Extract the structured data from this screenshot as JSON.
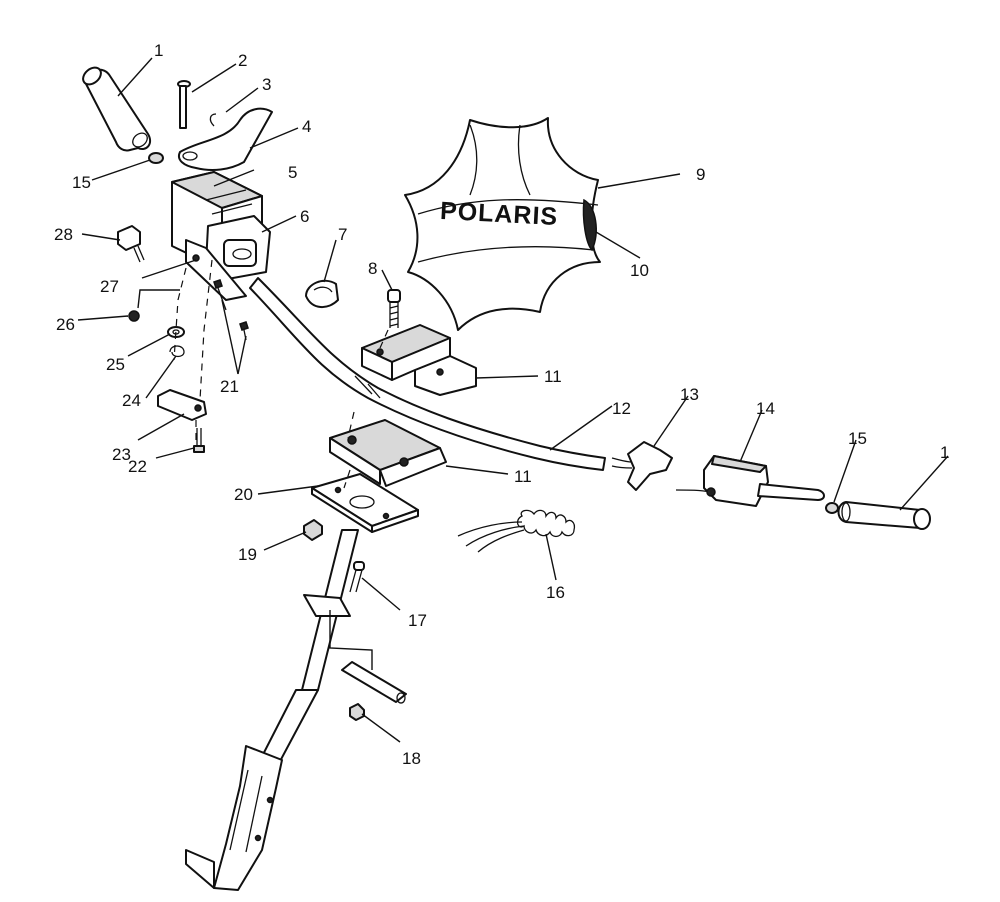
{
  "pad": {
    "brand_text": "POLARIS"
  },
  "callouts": [
    {
      "id": "grip-left",
      "label": "1"
    },
    {
      "id": "pin",
      "label": "2"
    },
    {
      "id": "clip",
      "label": "3"
    },
    {
      "id": "throttle-lever",
      "label": "4"
    },
    {
      "id": "throttle-block",
      "label": "5"
    },
    {
      "id": "throttle-cover",
      "label": "6"
    },
    {
      "id": "cable-clamp",
      "label": "7"
    },
    {
      "id": "cap-screw",
      "label": "8"
    },
    {
      "id": "handlebar-pad",
      "label": "9"
    },
    {
      "id": "pad-fastener",
      "label": "10"
    },
    {
      "id": "upper-clamp",
      "label": "11"
    },
    {
      "id": "handlebar",
      "label": "12"
    },
    {
      "id": "brake-switch",
      "label": "13"
    },
    {
      "id": "brake-block",
      "label": "14"
    },
    {
      "id": "grip-plug-right",
      "label": "15"
    },
    {
      "id": "grip-right",
      "label": "1"
    },
    {
      "id": "grip-plug-left",
      "label": "15"
    },
    {
      "id": "heater-element",
      "label": "16"
    },
    {
      "id": "bushing-screw",
      "label": "17"
    },
    {
      "id": "lower-nut",
      "label": "18"
    },
    {
      "id": "plate-nut",
      "label": "19"
    },
    {
      "id": "mount-plate",
      "label": "20"
    },
    {
      "id": "cover-screws",
      "label": "21"
    },
    {
      "id": "adjuster-screw",
      "label": "22"
    },
    {
      "id": "adjuster-plate",
      "label": "23"
    },
    {
      "id": "lock-washer",
      "label": "24"
    },
    {
      "id": "flat-washer",
      "label": "25"
    },
    {
      "id": "acorn-nut",
      "label": "26"
    },
    {
      "id": "throttle-bracket",
      "label": "27"
    },
    {
      "id": "kill-switch",
      "label": "28"
    },
    {
      "id": "lower-clamp",
      "label": "11"
    }
  ]
}
